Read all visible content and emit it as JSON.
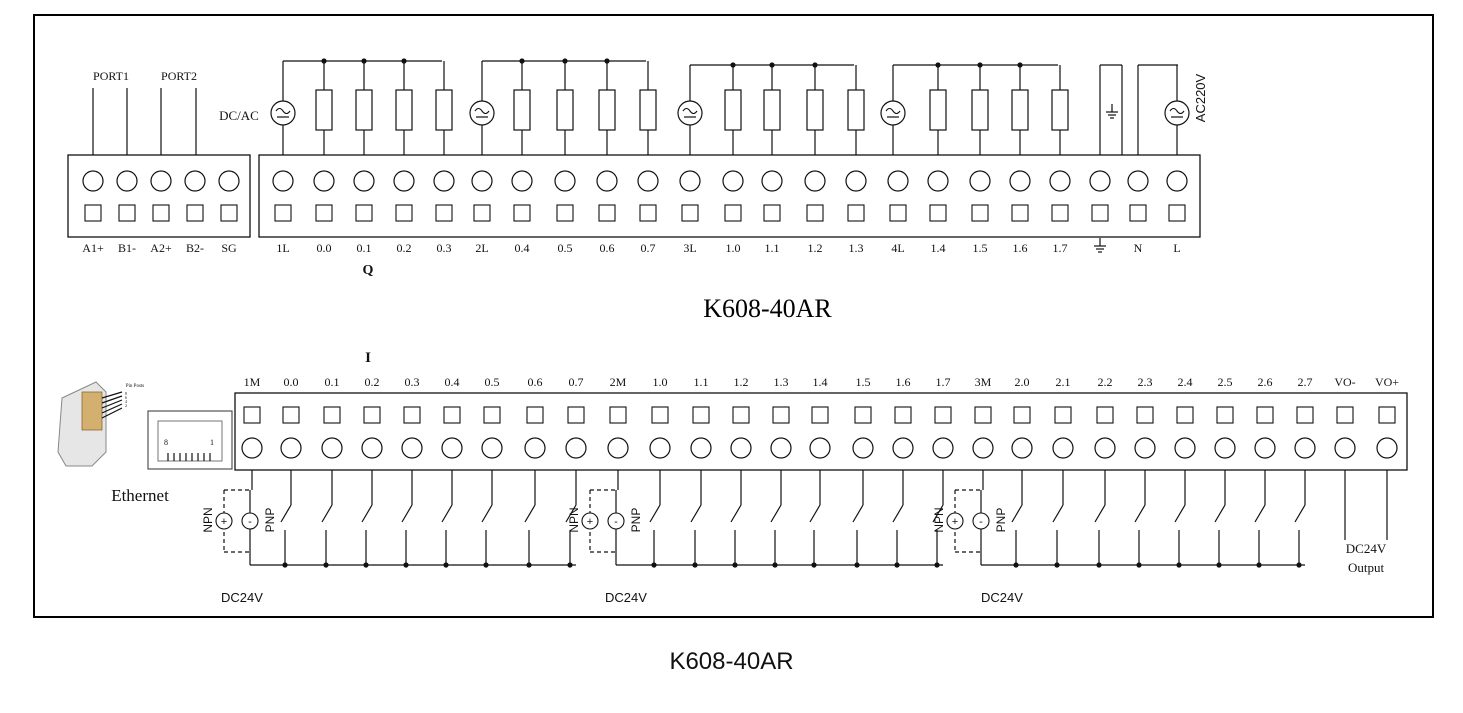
{
  "caption": "K608-40AR",
  "model_label": "K608-40AR",
  "output_section": {
    "group_label": "Q",
    "power_source_label": "DC/AC",
    "mains_label": "AC220V",
    "port_labels": [
      "PORT1",
      "PORT2"
    ],
    "comm_terminals": [
      "A1+",
      "B1-",
      "A2+",
      "B2-",
      "SG"
    ],
    "terminals": [
      "1L",
      "0.0",
      "0.1",
      "0.2",
      "0.3",
      "2L",
      "0.4",
      "0.5",
      "0.6",
      "0.7",
      "3L",
      "1.0",
      "1.1",
      "1.2",
      "1.3",
      "4L",
      "1.4",
      "1.5",
      "1.6",
      "1.7",
      "⏚",
      "N",
      "L"
    ]
  },
  "input_section": {
    "group_label": "I",
    "ethernet_label": "Ethernet",
    "rj45_pins": [
      "8",
      "1"
    ],
    "plug_caption": "Pin Posts",
    "plug_pins": [
      "8",
      "6",
      "4",
      "2"
    ],
    "terminals": [
      "1M",
      "0.0",
      "0.1",
      "0.2",
      "0.3",
      "0.4",
      "0.5",
      "0.6",
      "0.7",
      "2M",
      "1.0",
      "1.1",
      "1.2",
      "1.3",
      "1.4",
      "1.5",
      "1.6",
      "1.7",
      "3M",
      "2.0",
      "2.1",
      "2.2",
      "2.3",
      "2.4",
      "2.5",
      "2.6",
      "2.7",
      "VO-",
      "VO+"
    ],
    "source_labels": [
      "DC24V",
      "DC24V",
      "DC24V"
    ],
    "npn_label": "NPN",
    "pnp_label": "PNP",
    "plus_sign": "+",
    "minus_sign": "-",
    "output_power_label": [
      "DC24V",
      "Output"
    ]
  }
}
